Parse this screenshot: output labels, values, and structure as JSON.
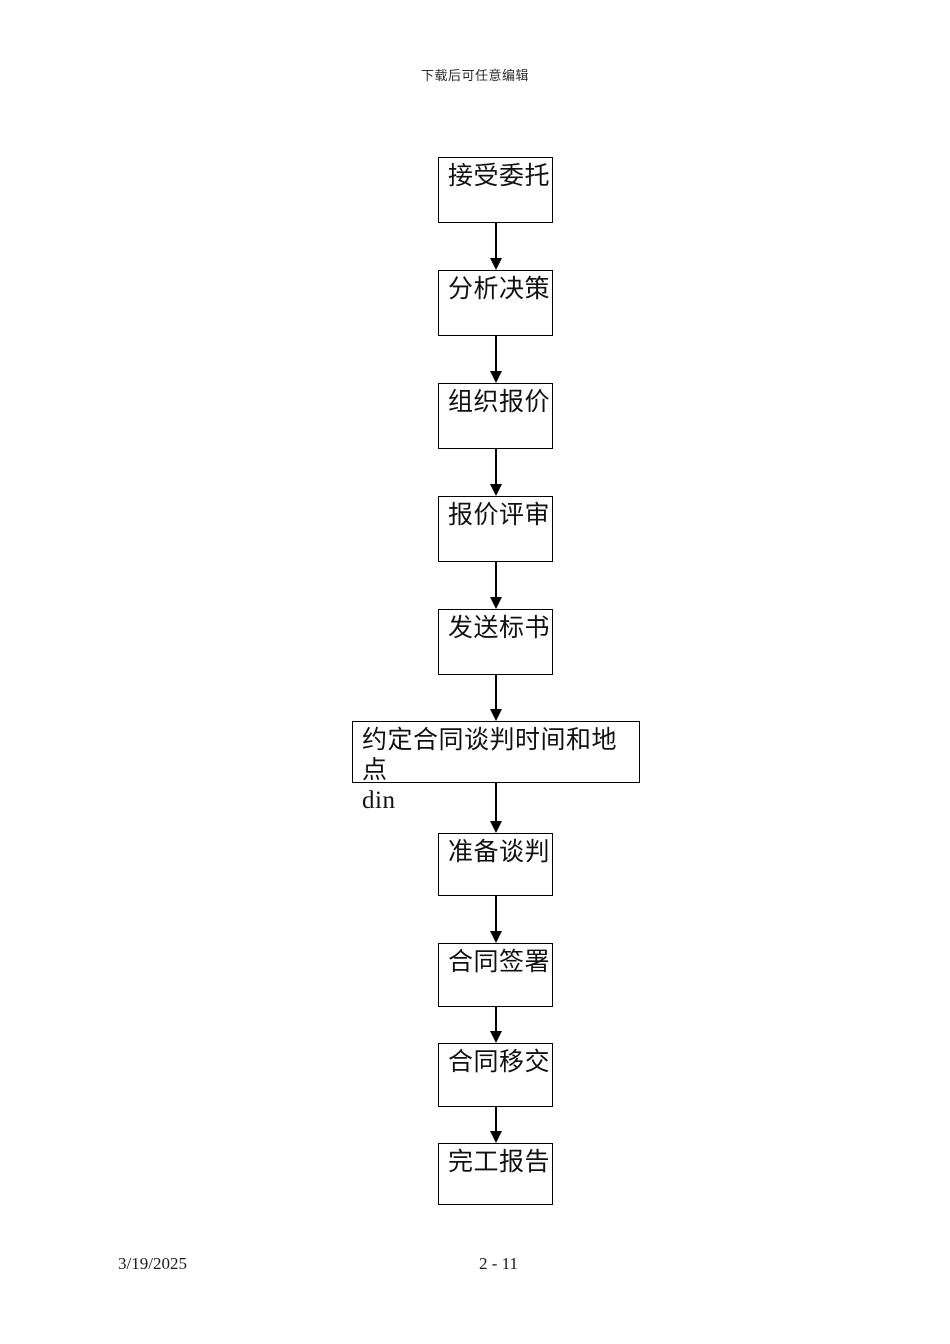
{
  "header": {
    "text": "下载后可任意编辑"
  },
  "footer": {
    "date": "3/19/2025",
    "page_number": "2 - 11"
  },
  "chart_data": {
    "type": "flowchart",
    "title": "",
    "orientation": "top-to-bottom",
    "node_shape": "rectangle",
    "connector": "arrow-down",
    "nodes": [
      {
        "id": "n1",
        "label": "接受委托"
      },
      {
        "id": "n2",
        "label": "分析决策"
      },
      {
        "id": "n3",
        "label": "组织报价"
      },
      {
        "id": "n4",
        "label": "报价评审"
      },
      {
        "id": "n5",
        "label": "发送标书"
      },
      {
        "id": "n6",
        "label": "约定合同谈判时间和地点\ndin"
      },
      {
        "id": "n7",
        "label": "准备谈判"
      },
      {
        "id": "n8",
        "label": "合同签署"
      },
      {
        "id": "n9",
        "label": "合同移交"
      },
      {
        "id": "n10",
        "label": "完工报告"
      }
    ],
    "edges": [
      {
        "from": "n1",
        "to": "n2"
      },
      {
        "from": "n2",
        "to": "n3"
      },
      {
        "from": "n3",
        "to": "n4"
      },
      {
        "from": "n4",
        "to": "n5"
      },
      {
        "from": "n5",
        "to": "n6"
      },
      {
        "from": "n6",
        "to": "n7"
      },
      {
        "from": "n7",
        "to": "n8"
      },
      {
        "from": "n8",
        "to": "n9"
      },
      {
        "from": "n9",
        "to": "n10"
      }
    ],
    "colors": {
      "node_border": "#000000",
      "node_fill": "#ffffff",
      "text": "#111111",
      "connector": "#000000",
      "background": "#ffffff"
    }
  }
}
